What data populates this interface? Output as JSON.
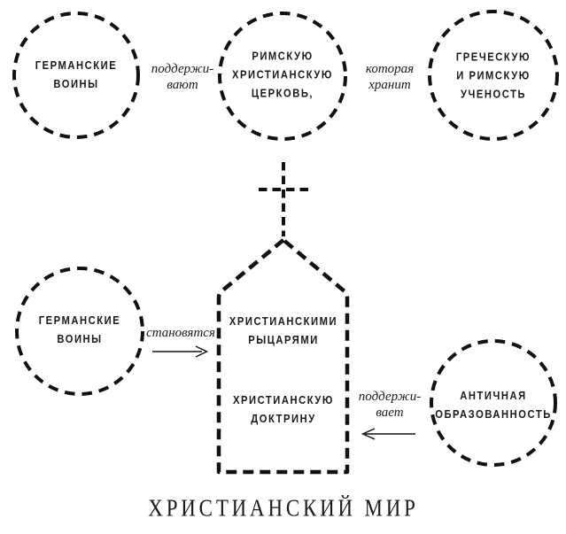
{
  "title": "ХРИСТИАНСКИЙ МИР",
  "colors": {
    "ink": "#111111",
    "text": "#1a1a1a",
    "background": "#ffffff"
  },
  "nodes": {
    "germanic_warriors_top": {
      "line1": "ГЕРМАНСКИЕ",
      "line2": "ВОИНЫ"
    },
    "roman_church": {
      "line1": "РИМСКУЮ",
      "line2": "ХРИСТИАНСКУЮ",
      "line3": "ЦЕРКОВЬ,"
    },
    "greek_roman_learning": {
      "line1": "ГРЕЧЕСКУЮ",
      "line2": "И РИМСКУЮ",
      "line3": "УЧЕНОСТЬ"
    },
    "germanic_warriors_bottom": {
      "line1": "ГЕРМАНСКИЕ",
      "line2": "ВОИНЫ"
    },
    "antique_education": {
      "line1": "АНТИЧНАЯ",
      "line2": "ОБРАЗОВАННОСТЬ"
    },
    "church_knights": {
      "line1": "ХРИСТИАНСКИМИ",
      "line2": "РЫЦАРЯМИ"
    },
    "church_doctrine": {
      "line1": "ХРИСТИАНСКУЮ",
      "line2": "ДОКТРИНУ"
    }
  },
  "labels": {
    "support_plural": {
      "line1": "поддержи-",
      "line2": "вают"
    },
    "which_preserves": {
      "line1": "которая",
      "line2": "хранит"
    },
    "become": {
      "line1": "становятся"
    },
    "support_singular": {
      "line1": "поддержи-",
      "line2": "вает"
    }
  }
}
